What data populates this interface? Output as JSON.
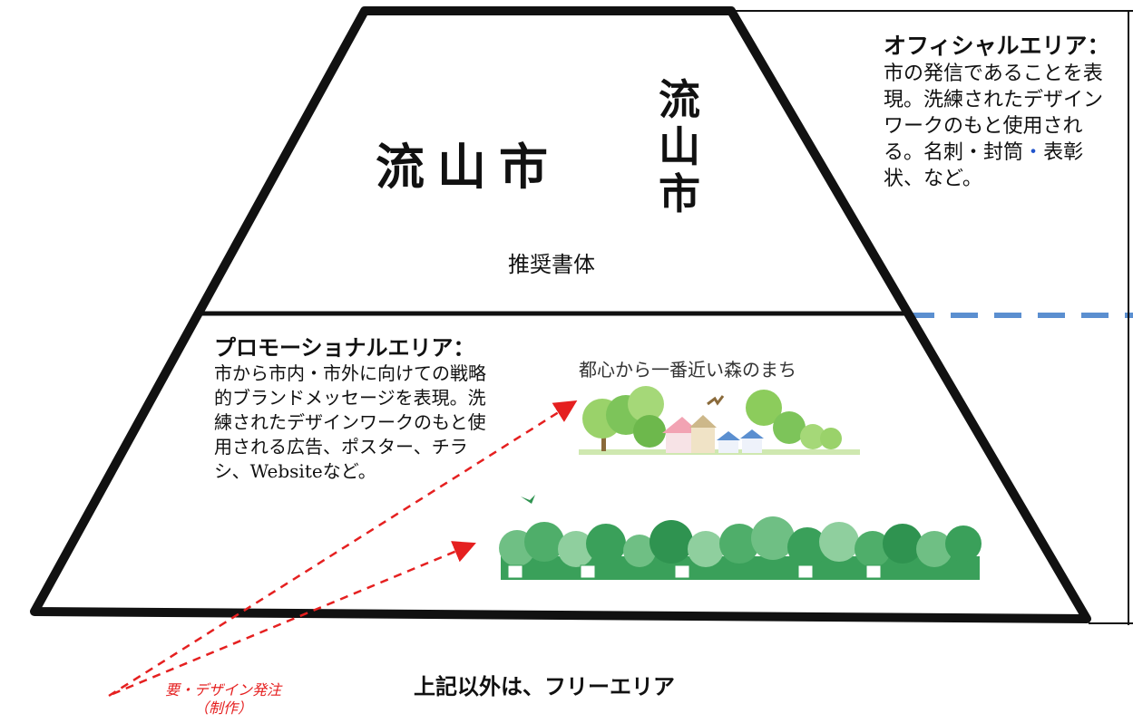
{
  "official_area": {
    "title": "オフィシャルエリア：",
    "body_1": "市の発信であることを表現。洗練されたデザインワークのもと使用される。名刺",
    "dot": "・",
    "body_2": "封筒",
    "body_3": "表彰状、など。"
  },
  "top_tier": {
    "logo_horizontal": "流山市",
    "logo_vertical": "流山市",
    "recommended_font": "推奨書体"
  },
  "promotional_area": {
    "title": "プロモーショナルエリア：",
    "body": "　市から市内・市外に向けての戦略的ブランドメッセージを表現。洗練されたデザインワークのもと使用される広告、ポスター、チラシ、Websiteなど。"
  },
  "brand_illustration": {
    "slogan": "都心から一番近い森のまち"
  },
  "free_area": "上記以外は、フリーエリア",
  "design_order_note": {
    "line_1": "要・デザイン発注",
    "line_2": "（制作）"
  },
  "colors": {
    "outline": "#111111",
    "arrow": "#e52020",
    "dash_divider": "#5b8fd0",
    "tree_light": "#8ccc5c",
    "tree_forest": "#3aa05a"
  }
}
